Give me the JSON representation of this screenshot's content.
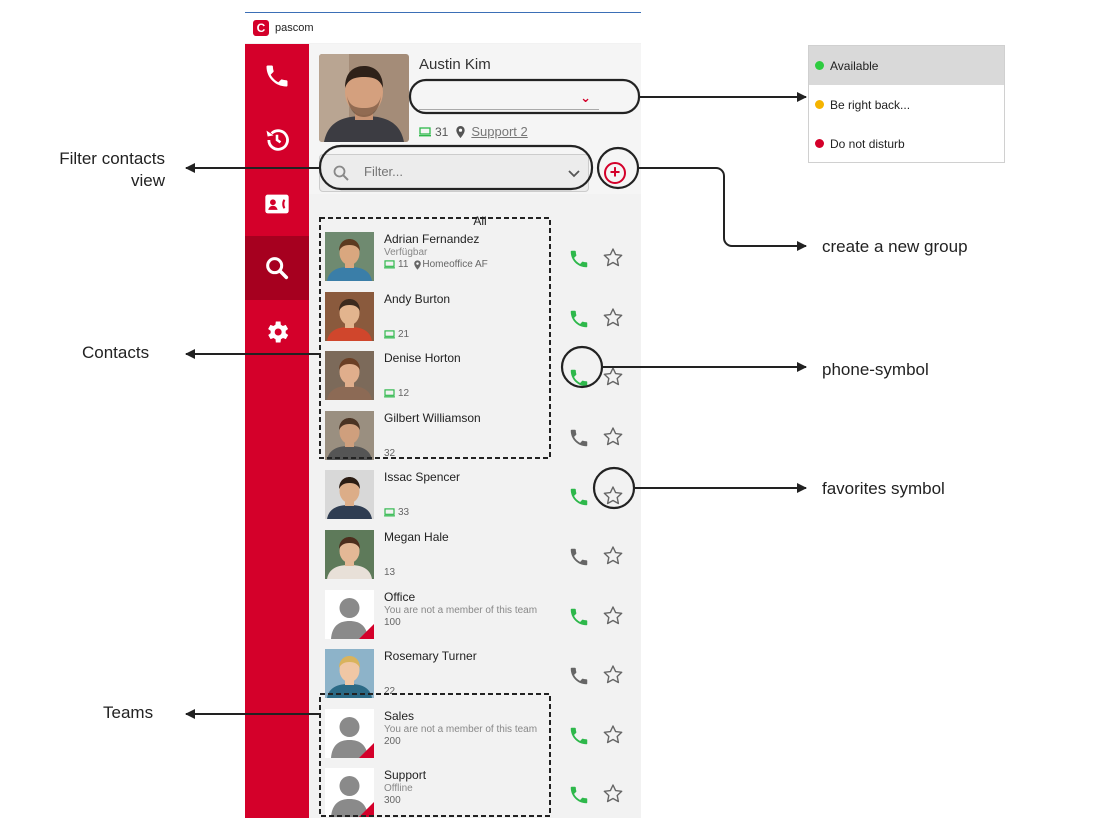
{
  "app": {
    "title": "pascom"
  },
  "profile": {
    "name": "Austin Kim",
    "extension": "31",
    "location": "Support 2"
  },
  "filter": {
    "placeholder": "Filter..."
  },
  "section_label": "All",
  "contacts": [
    {
      "name": "Adrian Fernandez",
      "status": "Verfügbar",
      "extension": "11",
      "location": "Homeoffice AF",
      "photo": "person",
      "skin": "#d9a77f",
      "hair": "#5b3a20",
      "shirt": "#3a7ea8",
      "bg": "#6f8a70",
      "phone_color": "#2eb84b"
    },
    {
      "name": "Andy Burton",
      "extension": "21",
      "photo": "person",
      "skin": "#e2b48e",
      "hair": "#3b2a1e",
      "shirt": "#d0462c",
      "bg": "#8a5a3d",
      "phone_color": "#2eb84b"
    },
    {
      "name": "Denise Horton",
      "extension": "12",
      "photo": "person",
      "skin": "#e0ae8c",
      "hair": "#6b3f25",
      "shirt": "#8c6a55",
      "bg": "#7c6a5a",
      "phone_color": "#2eb84b"
    },
    {
      "name": "Gilbert Williamson",
      "extension": "32",
      "photo": "person",
      "skin": "#cf9f7d",
      "hair": "#4a3323",
      "shirt": "#555555",
      "bg": "#9a8f80",
      "phone_color": "#666666"
    },
    {
      "name": "Issac Spencer",
      "extension": "33",
      "photo": "person",
      "skin": "#dcad88",
      "hair": "#2b1d14",
      "shirt": "#2f3d52",
      "bg": "#d8d8d8",
      "phone_color": "#2eb84b"
    },
    {
      "name": "Megan Hale",
      "extension": "13",
      "photo": "person",
      "skin": "#e4b896",
      "hair": "#4d2e1d",
      "shirt": "#e8e0d8",
      "bg": "#5e7a5a",
      "phone_color": "#666666"
    },
    {
      "name": "Office",
      "status": "You are not a member of this team",
      "extension": "100",
      "photo": "team",
      "phone_color": "#2eb84b"
    },
    {
      "name": "Rosemary Turner",
      "extension": "22",
      "photo": "person",
      "skin": "#f0c7a5",
      "hair": "#d9b35c",
      "shirt": "#2b6a86",
      "bg": "#8db3c9",
      "phone_color": "#666666"
    },
    {
      "name": "Sales",
      "status": "You are not a member of this team",
      "extension": "200",
      "photo": "team",
      "phone_color": "#2eb84b"
    },
    {
      "name": "Support",
      "status": "Offline",
      "extension": "300",
      "photo": "team",
      "phone_color": "#2eb84b"
    }
  ],
  "status_menu": [
    {
      "label": "Available",
      "color": "#2ecc40",
      "selected": true
    },
    {
      "label": "Be right back...",
      "color": "#f5b400",
      "selected": false
    },
    {
      "label": "Do not disturb",
      "color": "#d4002a",
      "selected": false
    }
  ],
  "annotations": {
    "filter_contacts": "Filter contacts\nview",
    "create_group": "create a new group",
    "contacts": "Contacts",
    "phone_symbol": "phone-symbol",
    "favorites": "favorites symbol",
    "teams": "Teams"
  },
  "colors": {
    "brand": "#d4002a",
    "brand_dark": "#a6001f",
    "call_green": "#2eb84b"
  }
}
